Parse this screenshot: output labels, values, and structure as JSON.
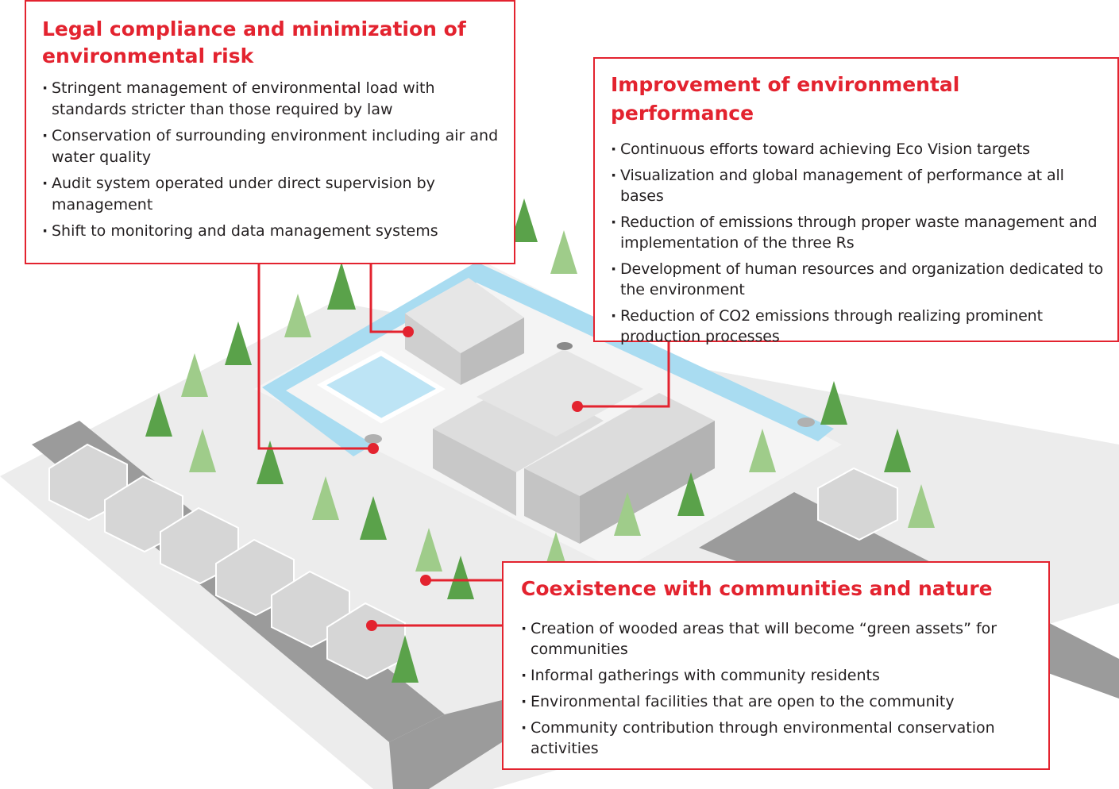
{
  "colors": {
    "accent": "#e3232f",
    "tree_dark": "#5aa24a",
    "tree_light": "#9fcc8a",
    "water": "#a9dcf1",
    "building": "#d9d9d9",
    "road": "#9e9e9e",
    "ground": "#ececec"
  },
  "callouts": [
    {
      "title": "Legal compliance and minimization of environmental risk",
      "items": [
        "Stringent management of environmental load with standards stricter than those required by law",
        "Conservation of surrounding environment including air and water quality",
        "Audit system operated under direct supervision by management",
        "Shift to monitoring and data management systems"
      ]
    },
    {
      "title": "Improvement of environmental performance",
      "items": [
        "Continuous efforts toward achieving Eco Vision targets",
        "Visualization and global management of performance at all bases",
        "Reduction of emissions through proper waste management and implementation of the three Rs",
        "Development of human resources and organization dedicated to the environment",
        "Reduction of CO2 emissions through realizing prominent production processes"
      ]
    },
    {
      "title": "Coexistence with communities and nature",
      "items": [
        "Creation of wooded areas that will become “green assets” for communities",
        "Informal gatherings with community residents",
        "Environmental facilities that are open to the community",
        "Community contribution through environmental conservation activities"
      ]
    }
  ]
}
